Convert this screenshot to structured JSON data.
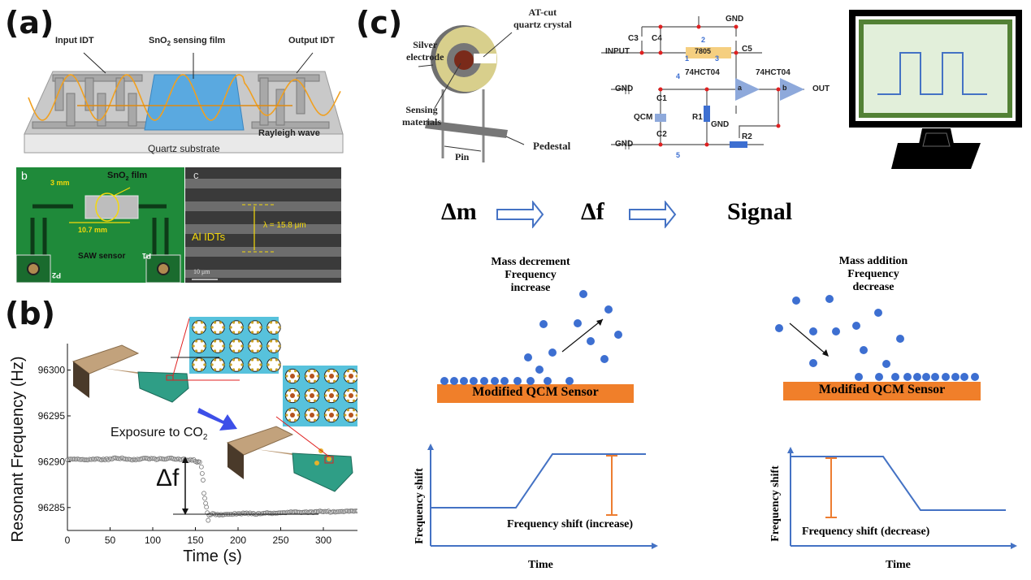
{
  "panels": {
    "a": {
      "label": "(a)",
      "saw_schematic": {
        "input_idt": "Input IDT",
        "sensing_film": "SnO",
        "sensing_film_sub": "2",
        "sensing_film_rest": " sensing film",
        "output_idt": "Output IDT",
        "rayleigh_wave": "Rayleigh wave",
        "substrate": "Quartz substrate"
      },
      "photo_b": {
        "label": "b",
        "film": "SnO",
        "film_sub": "2",
        "film_rest": " film",
        "dim1": "3 mm",
        "dim2": "10.7 mm",
        "sensor": "SAW sensor",
        "p1": "P1",
        "p2": "P2"
      },
      "photo_c": {
        "label": "c",
        "idts": "Al IDTs",
        "wavelength": "λ = 15.8 μm",
        "scale": "10 μm"
      }
    },
    "b": {
      "label": "(b)",
      "exposure": "Exposure to CO",
      "exposure_sub": "2",
      "delta_f": "Δf"
    },
    "c": {
      "label": "(c)",
      "crystal": {
        "at_cut_1": "AT-cut",
        "at_cut_2": "quartz crystal",
        "silver_1": "Silver",
        "silver_2": "electrode",
        "sensing_1": "Sensing",
        "sensing_2": "materials",
        "pedestal": "Pedestal",
        "pin": "Pin"
      },
      "circuit": {
        "gnd_top": "GND",
        "c3": "C3",
        "c4": "C4",
        "c5": "C5",
        "input": "INPUT",
        "regulator": "7805",
        "pin1": "1",
        "pin2": "2",
        "pin3": "3",
        "pin4": "4",
        "pin5": "5",
        "ic_a": "74HCT04",
        "ic_b": "74HCT04",
        "gate_a": "a",
        "gate_b": "b",
        "gnd_left1": "GND",
        "gnd_left2": "GND",
        "c1": "C1",
        "c2": "C2",
        "qcm": "QCM",
        "r1": "R1",
        "r2": "R2",
        "gnd_mid": "GND",
        "out": "OUT"
      },
      "flow": {
        "delta_m": "Δm",
        "delta_f": "Δf",
        "signal": "Signal"
      },
      "left_scene": {
        "line1": "Mass decrement",
        "line2": "Frequency increase",
        "sensor": "Modified QCM Sensor"
      },
      "right_scene": {
        "line1": "Mass addition",
        "line2": "Frequency decrease",
        "sensor": "Modified QCM Sensor"
      },
      "left_plot": {
        "ylabel": "Frequency shift",
        "xlabel": "Time",
        "annotation": "Frequency shift (increase)"
      },
      "right_plot": {
        "ylabel": "Frequency shift",
        "xlabel": "Time",
        "annotation": "Frequency shift (decrease)"
      }
    }
  },
  "colors": {
    "blue": "#4472c4",
    "orange": "#ed7d31",
    "sensor_orange": "#f07f2a",
    "dot_blue": "#3d6fd1",
    "monitor_green": "#538135",
    "screen_bg": "#e2efda",
    "red_node": "#e02020",
    "gate_fill": "#8ea9db",
    "pcb_green": "#1f8a3a",
    "sem_gray": "#555555",
    "cantilever_tan": "#c2a27c",
    "film_teal": "#2f9e86",
    "mof_cyan": "#57c2dc"
  },
  "chart_data": {
    "type": "scatter",
    "title": "",
    "xlabel": "Time (s)",
    "ylabel": "Resonant Frequency (Hz)",
    "xlim": [
      0,
      340
    ],
    "ylim": [
      96282.5,
      96302
    ],
    "xticks": [
      0,
      50,
      100,
      150,
      200,
      250,
      300
    ],
    "yticks": [
      96285,
      96290,
      96295,
      96300
    ],
    "series": [
      {
        "name": "Resonant frequency",
        "marker": "open-circle",
        "points": [
          [
            0,
            96290.2
          ],
          [
            10,
            96290.3
          ],
          [
            20,
            96290.2
          ],
          [
            30,
            96290.3
          ],
          [
            40,
            96290.2
          ],
          [
            50,
            96290.3
          ],
          [
            60,
            96290.4
          ],
          [
            70,
            96290.3
          ],
          [
            80,
            96290.2
          ],
          [
            90,
            96290.4
          ],
          [
            100,
            96290.3
          ],
          [
            110,
            96290.3
          ],
          [
            120,
            96290.4
          ],
          [
            130,
            96290.3
          ],
          [
            140,
            96290.2
          ],
          [
            148,
            96290.2
          ],
          [
            152,
            96290.0
          ],
          [
            155,
            96290.0
          ],
          [
            157,
            96289.5
          ],
          [
            158,
            96288.7
          ],
          [
            159,
            96288.0
          ],
          [
            160,
            96286.5
          ],
          [
            161,
            96286.0
          ],
          [
            162,
            96285.5
          ],
          [
            163,
            96285.0
          ],
          [
            164,
            96284.5
          ],
          [
            165,
            96283.6
          ],
          [
            166,
            96284.2
          ],
          [
            170,
            96284.3
          ],
          [
            180,
            96284.2
          ],
          [
            190,
            96284.3
          ],
          [
            200,
            96284.3
          ],
          [
            210,
            96284.4
          ],
          [
            220,
            96284.3
          ],
          [
            230,
            96284.4
          ],
          [
            240,
            96284.4
          ],
          [
            250,
            96284.4
          ],
          [
            260,
            96284.5
          ],
          [
            270,
            96284.5
          ],
          [
            280,
            96284.5
          ],
          [
            290,
            96284.5
          ],
          [
            300,
            96284.6
          ],
          [
            310,
            96284.5
          ],
          [
            320,
            96284.6
          ],
          [
            330,
            96284.6
          ],
          [
            340,
            96284.6
          ]
        ]
      }
    ],
    "annotations": [
      "Exposure to CO2",
      "Δf"
    ],
    "grid": false
  }
}
